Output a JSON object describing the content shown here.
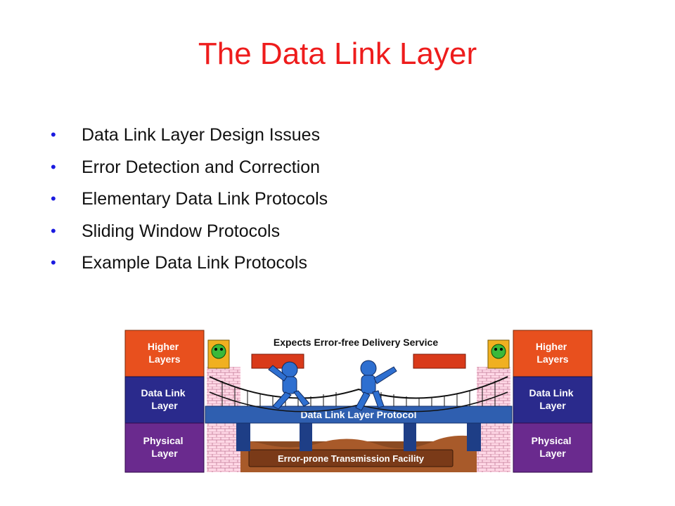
{
  "slide": {
    "title": "The Data Link Layer",
    "bullets": [
      "Data Link Layer Design Issues",
      "Error Detection and Correction",
      "Elementary Data Link Protocols",
      "Sliding Window Protocols",
      "Example Data Link Protocols"
    ]
  },
  "figure": {
    "top_banner": "Expects Error-free Delivery Service",
    "protocol_label": "Data Link Layer Protocol",
    "facility_label": "Error-prone Transmission Facility",
    "left_stack": {
      "higher": [
        "Higher",
        "Layers"
      ],
      "datalink": [
        "Data Link",
        "Layer"
      ],
      "physical": [
        "Physical",
        "Layer"
      ]
    },
    "right_stack": {
      "higher": [
        "Higher",
        "Layers"
      ],
      "datalink": [
        "Data Link",
        "Layer"
      ],
      "physical": [
        "Physical",
        "Layer"
      ]
    }
  },
  "colors": {
    "title": "#ee1c1c",
    "bullet": "#1a1ae0",
    "higher_layers": "#e8501e",
    "data_link_layer": "#2a2a8c",
    "physical_layer": "#6a2a8e",
    "bridge_blue": "#2f5fb0",
    "banner_red": "#d93a1a"
  }
}
